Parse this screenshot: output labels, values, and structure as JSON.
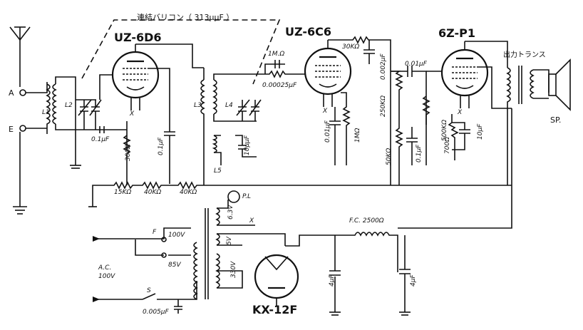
{
  "labels": {
    "tuning_cap": "連結バリコン（ 313μμF ）",
    "tube1": "UZ-6D6",
    "tube2": "UZ-6C6",
    "tube3": "6Z-P1",
    "tube4": "KX-12F",
    "output_trans": "出力トランス",
    "speaker": "SP.",
    "antenna_a": "A",
    "ground_e": "E",
    "L1": "L1",
    "L2": "L2",
    "L3": "L3",
    "L4": "L4",
    "L5": "L5",
    "X1": "X",
    "X2": "X",
    "X3": "X",
    "X4": "X",
    "c_01_1": "0.1μF",
    "r_300": "300Ω",
    "c_01_2": "0.1μF",
    "r_15k": "15KΩ",
    "r_40k_1": "40KΩ",
    "r_40k_2": "40KΩ",
    "r_1m": "1M.Ω",
    "c_00025": "0.00025μF",
    "c_10": "10μμF",
    "c_001_1": "0.01μF",
    "r_1m_2": "1MΩ",
    "r_30k": "30KΩ",
    "c_0002": "0.002μF",
    "r_250k": "250KΩ",
    "r_50k": "50KΩ",
    "c_01_3": "0.1μF",
    "c_001_2": "0.01μF",
    "r_500k": "500KΩ",
    "r_700": "700Ω",
    "c_10uf": "10μF",
    "pilot": "P.L",
    "v63": "6.3V",
    "v5": "5V",
    "v330": "330V",
    "fc": "F.C. 2500Ω",
    "c_4_1": "4μF",
    "c_4_2": "4μF",
    "f": "F",
    "v100": "100V",
    "v85": "85V",
    "ac": "A.C.",
    "ac100": "100V",
    "s": "S",
    "c_0005": "0.005μF"
  }
}
